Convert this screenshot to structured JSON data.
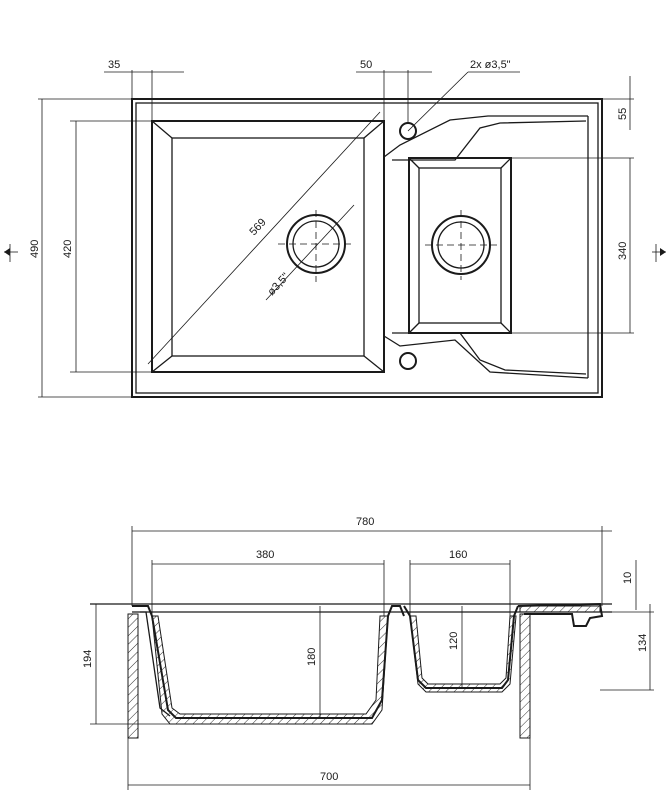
{
  "top_view": {
    "dim_35": "35",
    "dim_50": "50",
    "dim_holes": "2x ø3,5\"",
    "dim_55": "55",
    "dim_490": "490",
    "dim_420": "420",
    "dim_340": "340",
    "dim_569": "569",
    "dim_drain": "ø3,5\""
  },
  "section_view": {
    "dim_780": "780",
    "dim_380": "380",
    "dim_160": "160",
    "dim_10": "10",
    "dim_194": "194",
    "dim_180": "180",
    "dim_120": "120",
    "dim_134": "134",
    "dim_700": "700"
  },
  "colors": {
    "line": "#1a1a1a",
    "background": "#ffffff"
  }
}
